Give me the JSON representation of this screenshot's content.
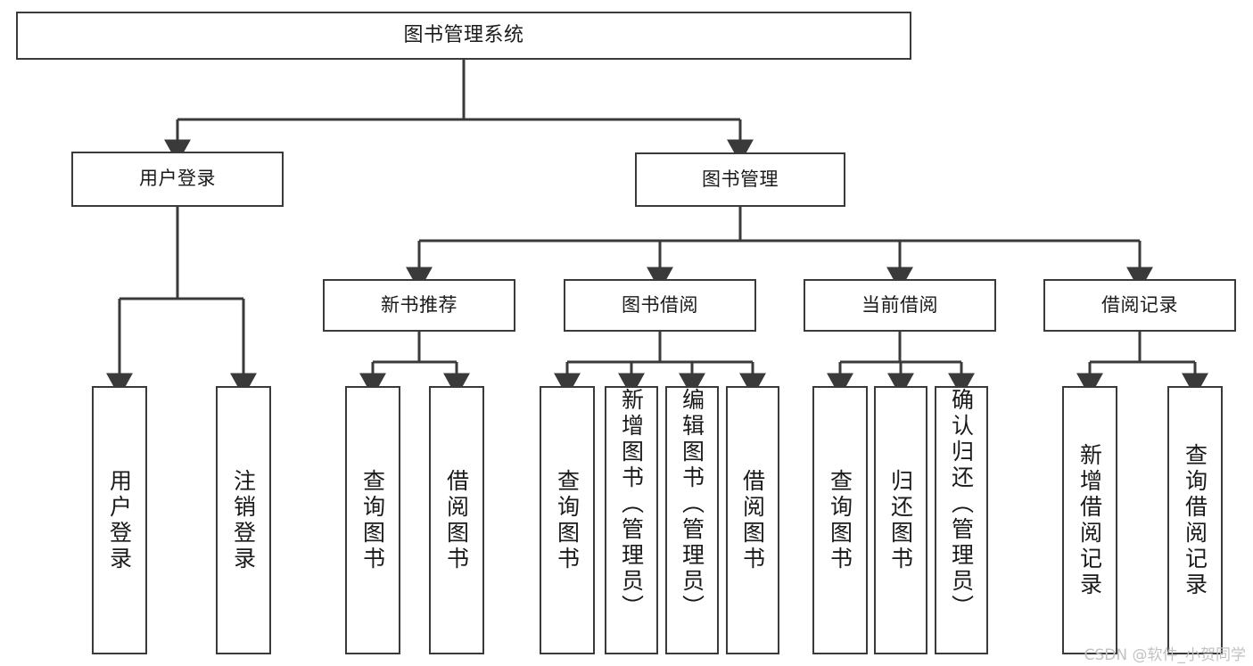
{
  "diagram": {
    "title": "图书管理系统",
    "type": "tree",
    "watermark": "CSDN @软件_小贺同学",
    "colors": {
      "stroke": "#3a3a3a",
      "fill": "#ffffff",
      "text": "#1a1a1a",
      "watermark": "#c2c2c2"
    },
    "levels": {
      "root": {
        "label": "图书管理系统"
      },
      "level2": [
        {
          "id": "user-login",
          "label": "用户登录"
        },
        {
          "id": "book-manage",
          "label": "图书管理"
        }
      ],
      "level3": [
        {
          "id": "new-book-recommend",
          "label": "新书推荐"
        },
        {
          "id": "book-borrow",
          "label": "图书借阅"
        },
        {
          "id": "current-borrow",
          "label": "当前借阅"
        },
        {
          "id": "borrow-record",
          "label": "借阅记录"
        }
      ],
      "leaves": [
        {
          "id": "leaf-user-login",
          "label": "用户登录",
          "parent": "user-login"
        },
        {
          "id": "leaf-logout-login",
          "label": "注销登录",
          "parent": "user-login"
        },
        {
          "id": "leaf-query-book-1",
          "label": "查询图书",
          "parent": "new-book-recommend"
        },
        {
          "id": "leaf-borrow-book-1",
          "label": "借阅图书",
          "parent": "new-book-recommend"
        },
        {
          "id": "leaf-query-book-2",
          "label": "查询图书",
          "parent": "book-borrow"
        },
        {
          "id": "leaf-add-book-admin",
          "label": "新增图书（管理员）",
          "parent": "book-borrow"
        },
        {
          "id": "leaf-edit-book-admin",
          "label": "编辑图书（管理员）",
          "parent": "book-borrow"
        },
        {
          "id": "leaf-borrow-book-2",
          "label": "借阅图书",
          "parent": "book-borrow"
        },
        {
          "id": "leaf-query-book-3",
          "label": "查询图书",
          "parent": "current-borrow"
        },
        {
          "id": "leaf-return-book",
          "label": "归还图书",
          "parent": "current-borrow"
        },
        {
          "id": "leaf-confirm-return-admin",
          "label": "确认归还（管理员）",
          "parent": "current-borrow"
        },
        {
          "id": "leaf-add-borrow-record",
          "label": "新增借阅记录",
          "parent": "borrow-record"
        },
        {
          "id": "leaf-query-borrow-record",
          "label": "查询借阅记录",
          "parent": "borrow-record"
        }
      ]
    }
  }
}
